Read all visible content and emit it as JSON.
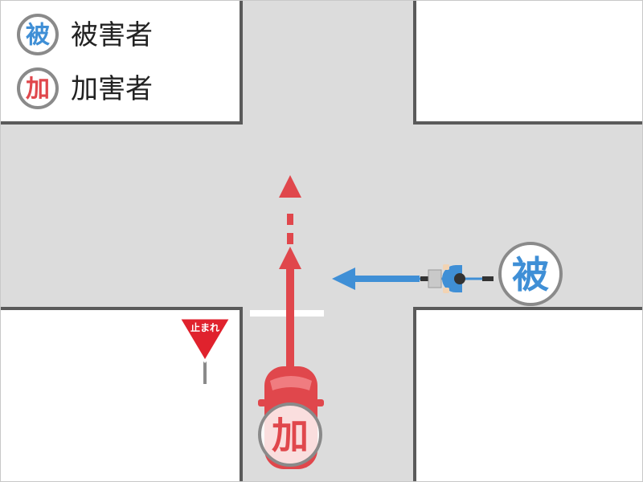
{
  "legend": {
    "victim": {
      "symbol": "被",
      "label": "被害者"
    },
    "perpetrator": {
      "symbol": "加",
      "label": "加害者"
    }
  },
  "sign": {
    "text": "止まれ"
  },
  "markers": {
    "victim": "被",
    "perpetrator": "加"
  },
  "colors": {
    "victim": "#3f8fd6",
    "perpetrator": "#e0474c",
    "road": "#dcdcdc",
    "curb": "#5a5a5a",
    "badge_ring": "#8a8a8a"
  },
  "icons": [
    "bicycle-icon",
    "car-icon",
    "stop-sign-icon"
  ]
}
